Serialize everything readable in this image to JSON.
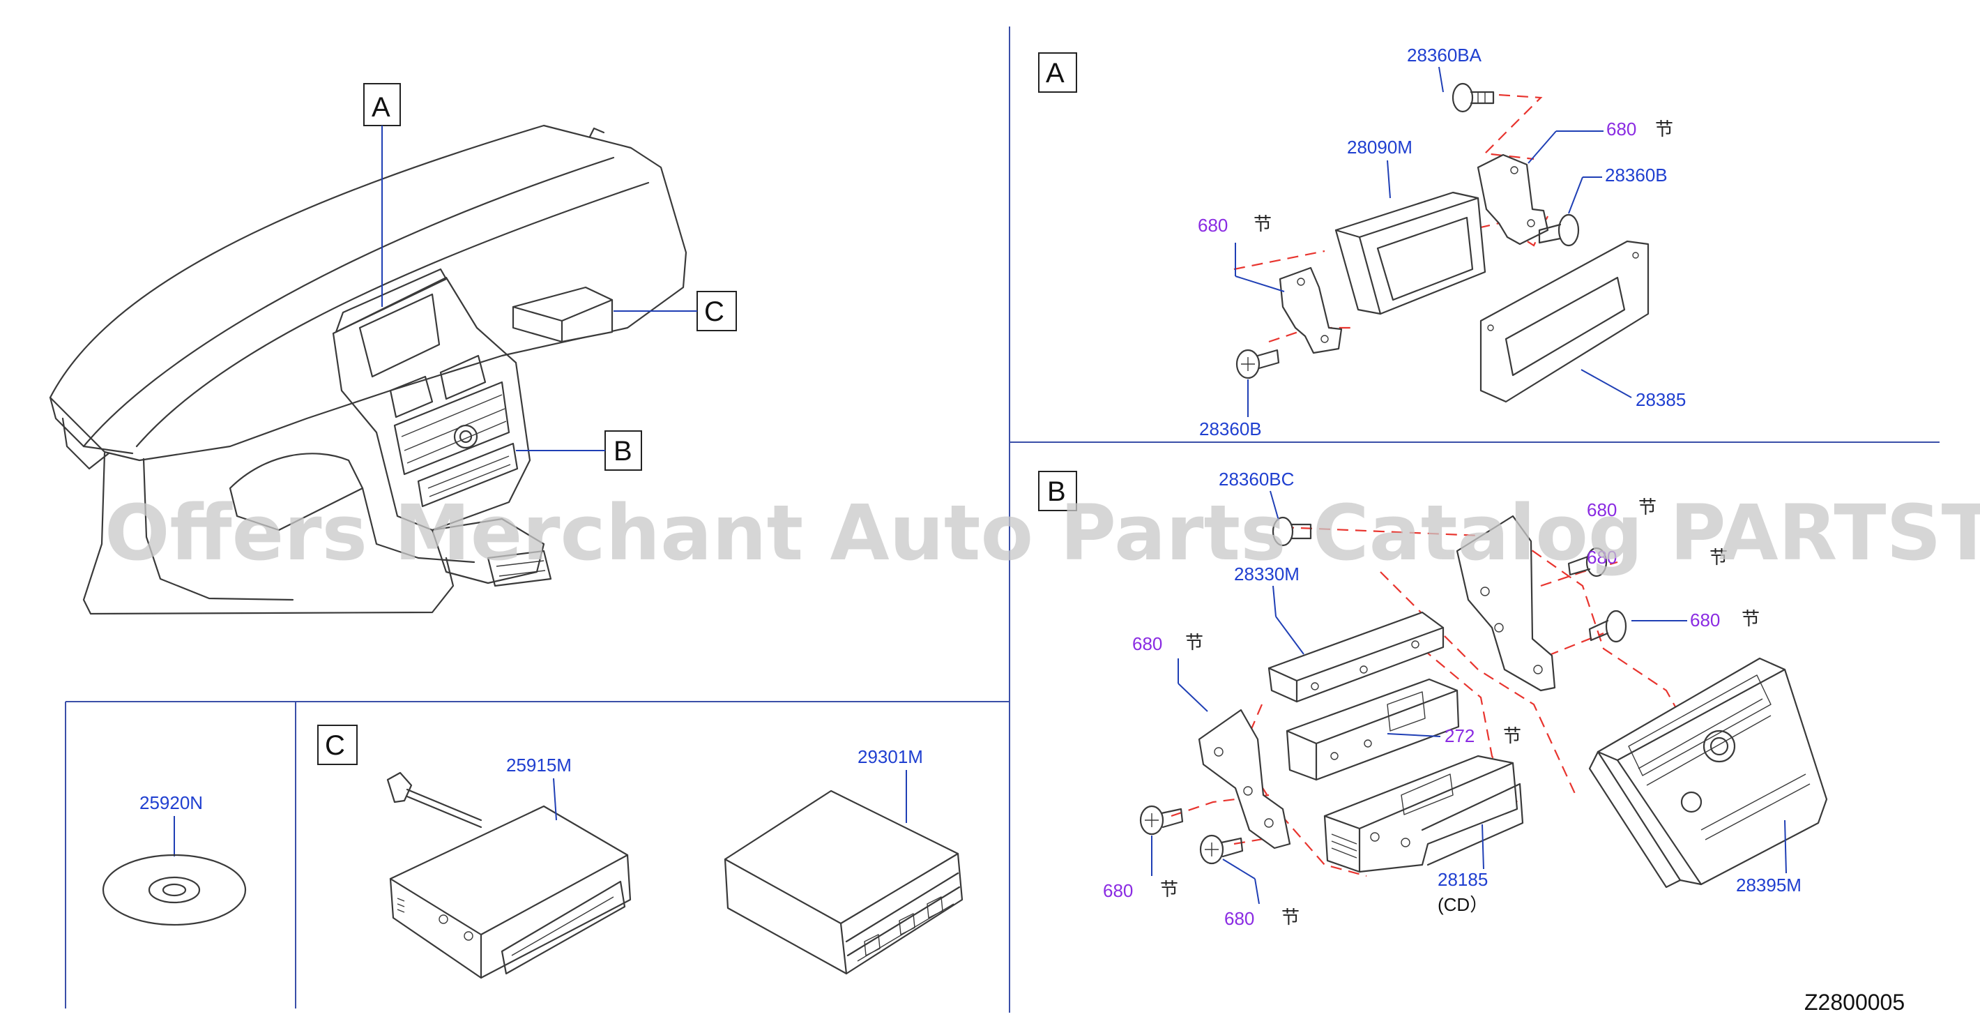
{
  "watermark": "Offers Merchant Auto Parts Catalog PARTSTORE.SA",
  "diagram_code": "Z2800005",
  "callouts": {
    "overview": [
      "A",
      "B",
      "C"
    ],
    "section_a": "A",
    "section_b": "B",
    "section_c": "C"
  },
  "section_a_parts": {
    "p1": "28360BA",
    "p2": "680",
    "p3": "28090M",
    "p4": "28360B",
    "p5": "680",
    "p6": "28385",
    "p7": "28360B"
  },
  "section_b_parts": {
    "p1": "28360BC",
    "p2": "680",
    "p3": "28330M",
    "p4": "680",
    "p5": "680",
    "p6": "680",
    "p7": "272",
    "p8": "28185",
    "p9": "(CD）",
    "p10": "28395M",
    "p11": "680",
    "p12": "680"
  },
  "section_c_parts": {
    "p1": "25915M",
    "p2": "29301M"
  },
  "disc_part": "25920N",
  "fastener_mark": "节"
}
